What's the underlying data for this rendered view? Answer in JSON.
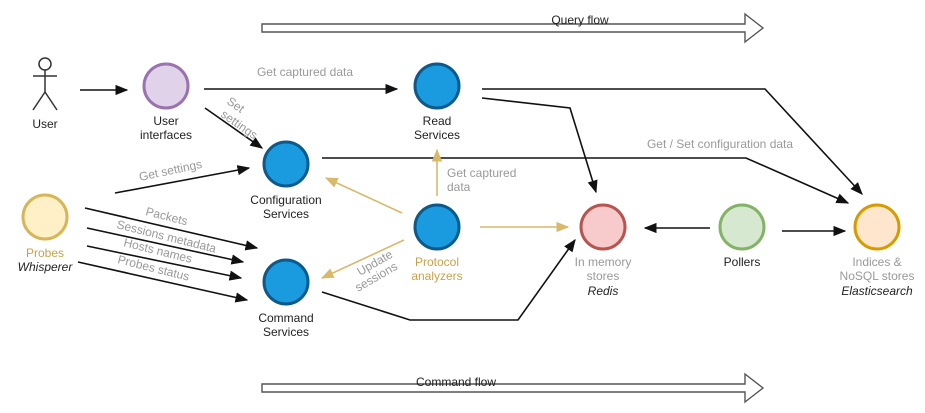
{
  "flows": {
    "query": "Query flow",
    "command": "Command flow"
  },
  "nodes": {
    "user": "User",
    "user_interfaces": [
      "User",
      "interfaces"
    ],
    "read_services": [
      "Read",
      "Services"
    ],
    "configuration_services": [
      "Configuration",
      "Services"
    ],
    "command_services": [
      "Command",
      "Services"
    ],
    "probes": [
      "Probes",
      "Whisperer"
    ],
    "protocol_analyzers": [
      "Protocol",
      "analyzers"
    ],
    "in_memory": [
      "In memory",
      "stores",
      "Redis"
    ],
    "pollers": "Pollers",
    "indices": [
      "Indices &",
      "NoSQL stores",
      "Elasticsearch"
    ]
  },
  "edge_labels": {
    "get_captured_data": "Get captured data",
    "set_settings": [
      "Set",
      "settings"
    ],
    "get_settings": "Get settings",
    "get_set_config": "Get / Set configuration data",
    "get_captured_data_2": [
      "Get captured",
      "data"
    ],
    "packets": "Packets",
    "sessions_metadata": "Sessions metadata",
    "hosts_names": "Hosts names",
    "probes_status": "Probes status",
    "update_sessions": [
      "Update",
      "sessions"
    ]
  },
  "colors": {
    "blue_node": "#1a9be0",
    "blue_stroke": "#0d5a8a",
    "purple_fill": "#e0d2e9",
    "purple_stroke": "#9b72b0",
    "yellow_fill": "#fff0c8",
    "yellow_stroke": "#d6b656",
    "red_fill": "#f7cbcb",
    "red_stroke": "#b85450",
    "green_fill": "#d7e8d0",
    "green_stroke": "#82b366",
    "orange_fill": "#ffe6cc",
    "orange_stroke": "#d79b00",
    "gold_edge": "#d9b86a",
    "grey_text": "#999999"
  }
}
